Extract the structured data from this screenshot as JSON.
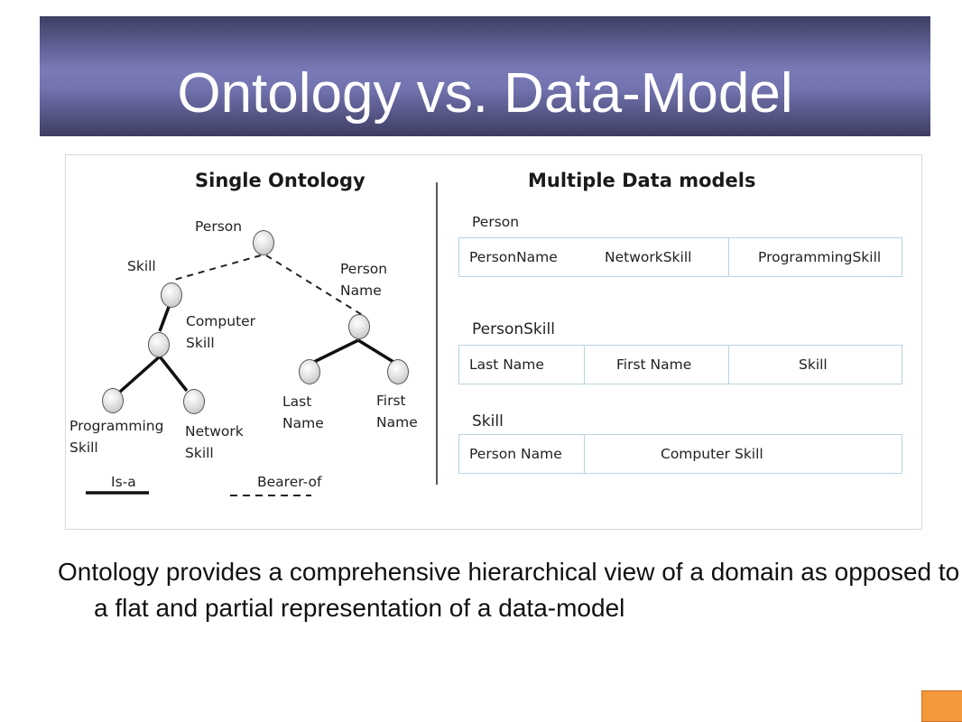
{
  "slide": {
    "title": "Ontology vs. Data-Model",
    "caption": "Ontology provides a comprehensive hierarchical view of a domain as opposed to a flat and partial representation of a data-model",
    "accent_color": "#f3993b",
    "title_bar_color": "#7373b0"
  },
  "ontology": {
    "heading": "Single Ontology",
    "labels": {
      "person": "Person",
      "skill": "Skill",
      "person_name": "Person\nName",
      "computer_skill": "Computer\nSkill",
      "last_name": "Last\nName",
      "first_name": "First\nName",
      "programming_skill": "Programming\nSkill",
      "network_skill": "Network\nSkill"
    },
    "legend": {
      "is_a": "Is-a",
      "bearer_of": "Bearer-of"
    }
  },
  "data_models": {
    "heading": "Multiple Data models",
    "tables": [
      {
        "name": "Person",
        "columns": [
          "PersonName",
          "NetworkSkill",
          "ProgrammingSkill"
        ]
      },
      {
        "name": "PersonSkill",
        "columns": [
          "Last Name",
          "First Name",
          "Skill"
        ]
      },
      {
        "name": "Skill",
        "columns": [
          "Person Name",
          "Computer Skill"
        ]
      }
    ]
  }
}
